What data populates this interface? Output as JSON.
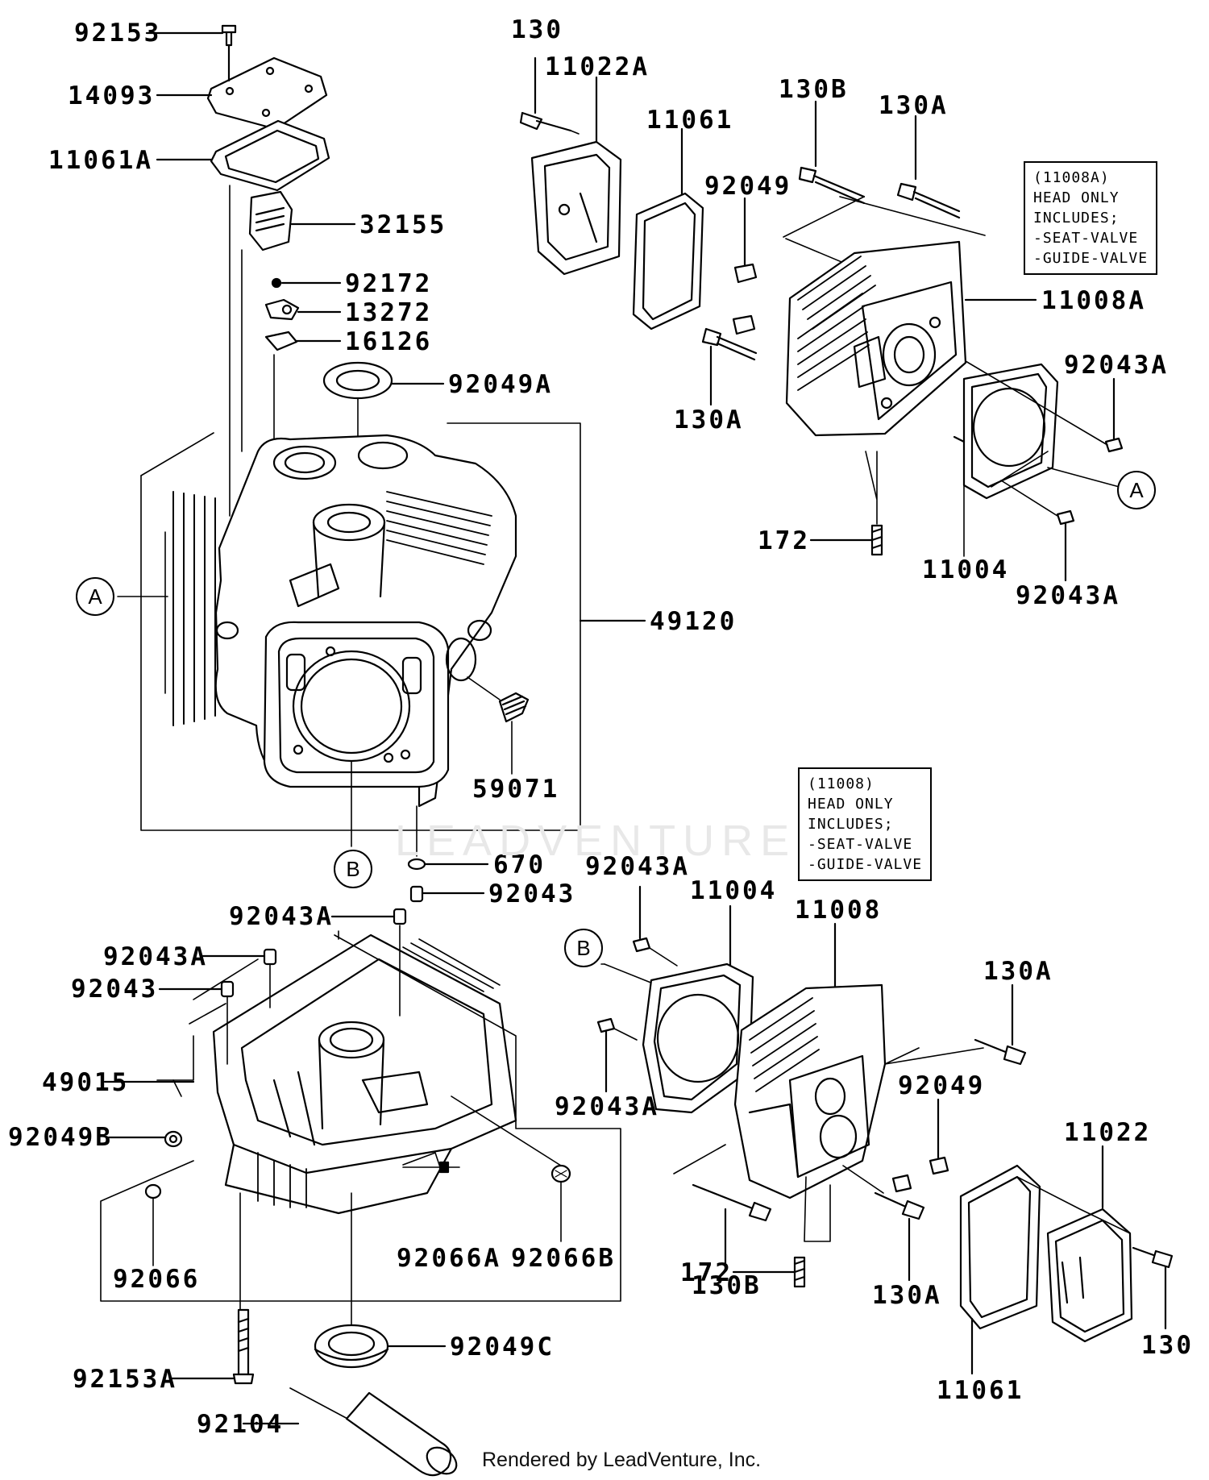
{
  "callouts": {
    "c92153": "92153",
    "c14093": "14093",
    "c11061A": "11061A",
    "c32155": "32155",
    "c92172": "92172",
    "c13272": "13272",
    "c16126": "16126",
    "c92049A": "92049A",
    "c49120": "49120",
    "c59071": "59071",
    "c670": "670",
    "c92043_top": "92043",
    "c92043A_1": "92043A",
    "c92043A_2": "92043A",
    "c92043_l": "92043",
    "c49015": "49015",
    "c92049B": "92049B",
    "c92066": "92066",
    "c92066A": "92066A",
    "c92066B": "92066B",
    "c92153A": "92153A",
    "c92049C": "92049C",
    "c92104": "92104",
    "c130_top": "130",
    "c11022A": "11022A",
    "c11061_top": "11061",
    "c92049_top": "92049",
    "c130B_top": "130B",
    "c130A_top": "130A",
    "c11008A": "11008A",
    "c92043A_r1": "92043A",
    "c130A_mid": "130A",
    "c172_top": "172",
    "c11004_top": "11004",
    "c92043A_r2": "92043A",
    "c92043A_b1": "92043A",
    "c11004_b": "11004",
    "c11008": "11008",
    "c130A_b1": "130A",
    "c92049_b": "92049",
    "c92043A_b2": "92043A",
    "c11022": "11022",
    "c130B_b": "130B",
    "c172_b": "172",
    "c130A_b2": "130A",
    "c11061_b": "11061",
    "c130_b": "130"
  },
  "notes": {
    "top": [
      "(11008A)",
      "HEAD ONLY",
      "INCLUDES;",
      "-SEAT-VALVE",
      "-GUIDE-VALVE"
    ],
    "bottom": [
      "(11008)",
      "HEAD ONLY",
      "INCLUDES;",
      "-SEAT-VALVE",
      "-GUIDE-VALVE"
    ]
  },
  "markers": {
    "A_left": "A",
    "A_right": "A",
    "B_left": "B",
    "B_right": "B"
  },
  "watermark": "LEADVENTURE",
  "footer": "Rendered by LeadVenture, Inc."
}
